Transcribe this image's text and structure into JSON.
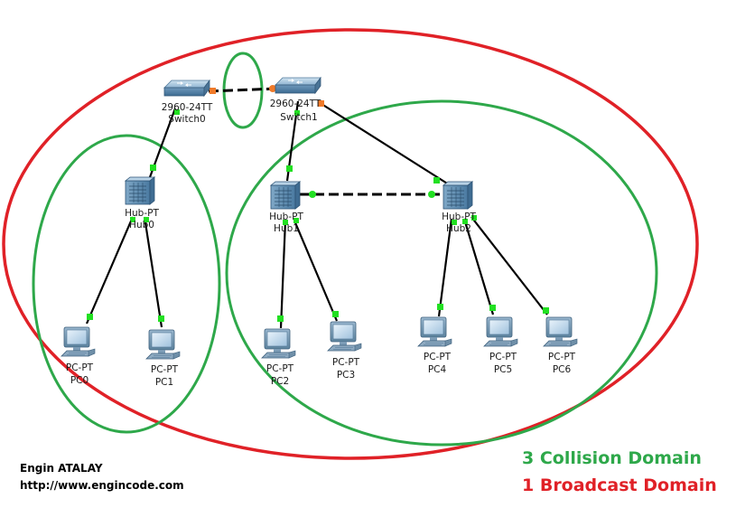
{
  "colors": {
    "broadcast": "#e02127",
    "collision": "#2ea84a",
    "link": "#000000",
    "port_up": "#22e022",
    "port_pending": "#f07a2a"
  },
  "devices": {
    "switch0": {
      "model": "2960-24TT",
      "name": "Switch0",
      "icon": "switch-icon"
    },
    "switch1": {
      "model": "2960-24TT",
      "name": "Switch1",
      "icon": "switch-icon"
    },
    "hub0": {
      "model": "Hub-PT",
      "name": "Hub0",
      "icon": "hub-icon"
    },
    "hub1": {
      "model": "Hub-PT",
      "name": "Hub1",
      "icon": "hub-icon"
    },
    "hub2": {
      "model": "Hub-PT",
      "name": "Hub2",
      "icon": "hub-icon"
    },
    "pc0": {
      "model": "PC-PT",
      "name": "PC0",
      "icon": "pc-icon"
    },
    "pc1": {
      "model": "PC-PT",
      "name": "PC1",
      "icon": "pc-icon"
    },
    "pc2": {
      "model": "PC-PT",
      "name": "PC2",
      "icon": "pc-icon"
    },
    "pc3": {
      "model": "PC-PT",
      "name": "PC3",
      "icon": "pc-icon"
    },
    "pc4": {
      "model": "PC-PT",
      "name": "PC4",
      "icon": "pc-icon"
    },
    "pc5": {
      "model": "PC-PT",
      "name": "PC5",
      "icon": "pc-icon"
    },
    "pc6": {
      "model": "PC-PT",
      "name": "PC6",
      "icon": "pc-icon"
    }
  },
  "author": {
    "name": "Engin ATALAY",
    "url": "http://www.engincode.com"
  },
  "summary": {
    "collision": "3 Collision Domain",
    "broadcast": "1 Broadcast Domain"
  }
}
